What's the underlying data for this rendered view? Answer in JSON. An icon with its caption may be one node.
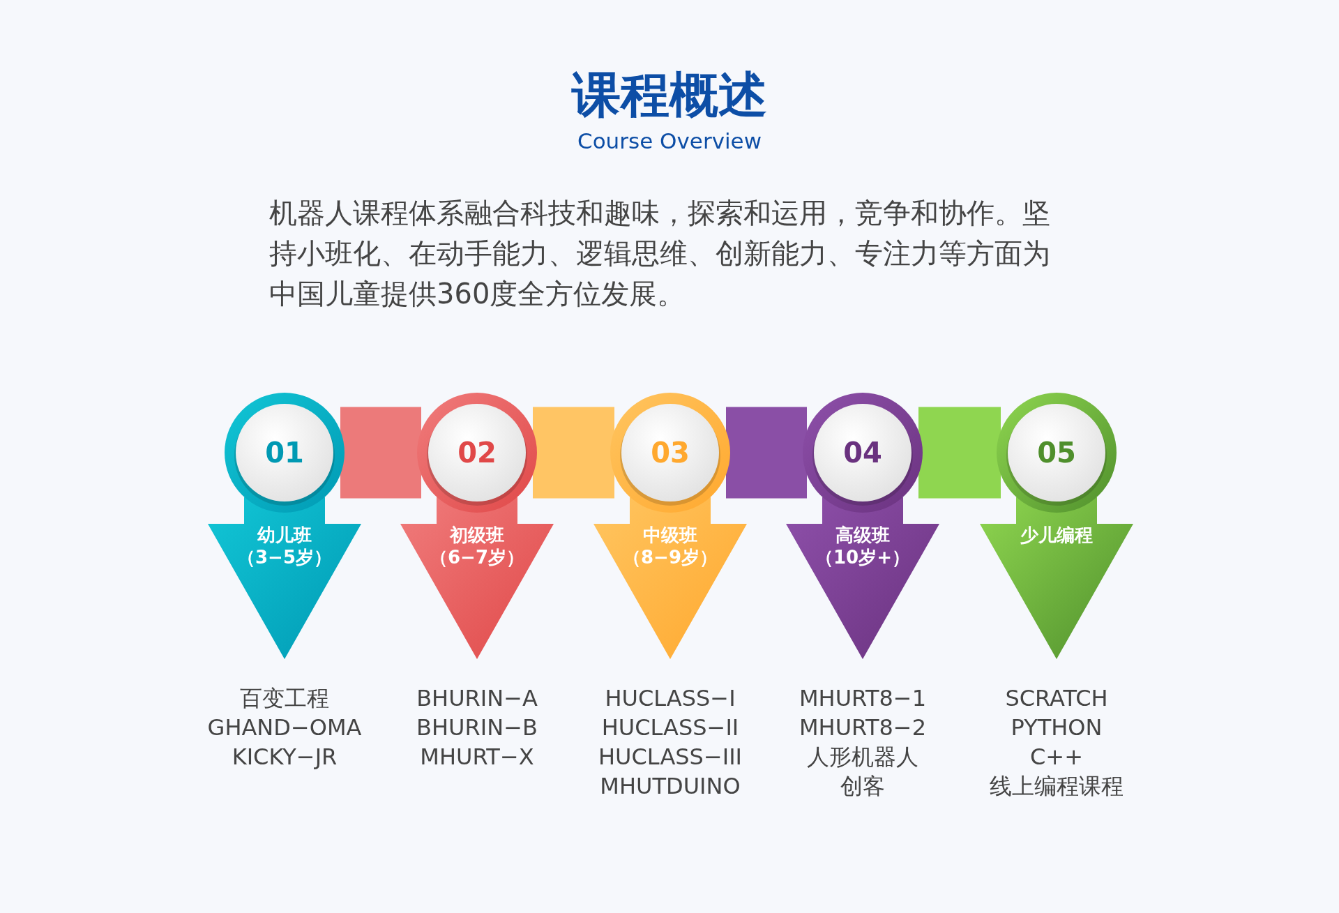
{
  "diagram": {
    "title": "课程概述",
    "nodes": [
      {
        "text": [
          "01",
          "幼儿班（3−5岁）"
        ],
        "beside": [
          "百变工程",
          "GHAND−OMA",
          "KICKY−JR"
        ]
      },
      {
        "text": [
          "02",
          "初级班（6−7岁）"
        ],
        "beside": [
          "BHURIN−A",
          "BHURIN−B",
          "MHURT−X"
        ]
      },
      {
        "text": [
          "03",
          "中级班（8−9岁）"
        ],
        "beside": [
          "HUCLASS−I",
          "HUCLASS−II",
          "HUCLASS−III",
          "MHUTDUINO"
        ]
      },
      {
        "text": [
          "04",
          "高级班（10岁+）"
        ],
        "beside": [
          "MHURT8−1",
          "MHURT8−2",
          "人形机器人",
          "创客"
        ]
      },
      {
        "text": [
          "05",
          "少儿编程"
        ],
        "beside": [
          "SCRATCH",
          "PYTHON",
          "C++",
          "线上编程课程"
        ]
      }
    ],
    "edges": [
      {
        "from": 0,
        "to": 1,
        "arrow": "none",
        "color": "#ec7a7a"
      },
      {
        "from": 1,
        "to": 2,
        "arrow": "none",
        "color": "#ffc564"
      },
      {
        "from": 2,
        "to": 3,
        "arrow": "none",
        "color": "#8a4fa6"
      },
      {
        "from": 3,
        "to": 4,
        "arrow": "none",
        "color": "#8fd650"
      }
    ],
    "labels": [
      "Course Overview",
      "机器人课程体系融合科技和趣味，探索和运用，竞争和协作。坚持小班化、在动手能力、逻辑思维、创新能力、专注力等方面为中国儿童提供360度全方位发展。"
    ]
  }
}
